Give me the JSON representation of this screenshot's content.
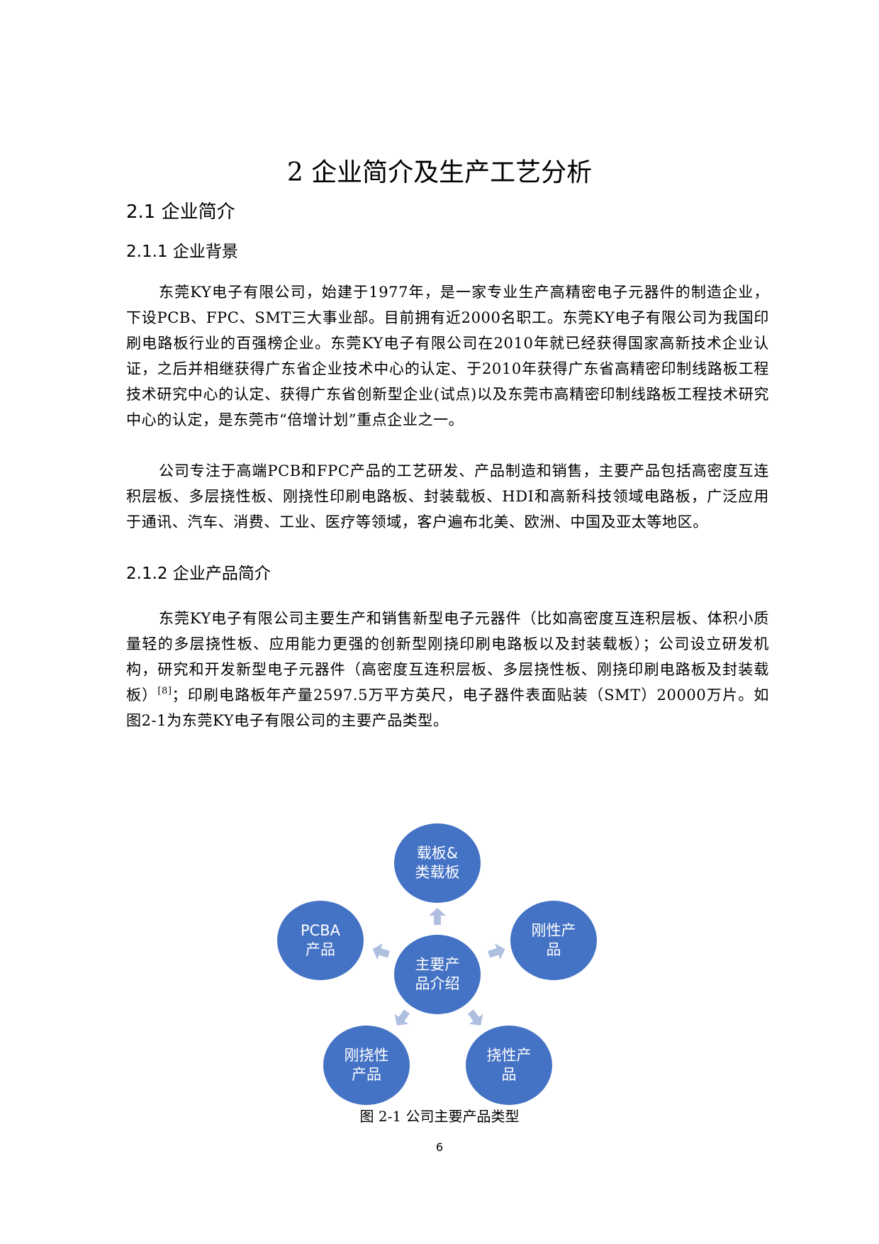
{
  "chapter_title": "2 企业简介及生产工艺分析",
  "section": {
    "title": "2.1 企业简介",
    "subsections": [
      {
        "title": "2.1.1 企业背景",
        "paragraphs": [
          "东莞KY电子有限公司，始建于1977年，是一家专业生产高精密电子元器件的制造企业，下设PCB、FPC、SMT三大事业部。目前拥有近2000名职工。东莞KY电子有限公司为我国印刷电路板行业的百强榜企业。东莞KY电子有限公司在2010年就已经获得国家高新技术企业认证，之后并相继获得广东省企业技术中心的认定、于2010年获得广东省高精密印制线路板工程技术研究中心的认定、获得广东省创新型企业(试点)以及东莞市高精密印制线路板工程技术研究中心的认定，是东莞市“倍增计划”重点企业之一。",
          "公司专注于高端PCB和FPC产品的工艺研发、产品制造和销售，主要产品包括高密度互连积层板、多层挠性板、刚挠性印刷电路板、封装载板、HDI和高新科技领域电路板，广泛应用于通讯、汽车、消费、工业、医疗等领域，客户遍布北美、欧洲、中国及亚太等地区。"
        ]
      },
      {
        "title": "2.1.2  企业产品简介",
        "paragraph_before_ref": "东莞KY电子有限公司主要生产和销售新型电子元器件（比如高密度互连积层板、体积小质量轻的多层挠性板、应用能力更强的创新型刚挠印刷电路板以及封装载板）；公司设立研发机构，研究和开发新型电子元器件（高密度互连积层板、多层挠性板、刚挠印刷电路板及封装载板）",
        "citation": "[8]",
        "paragraph_after_ref": "；印刷电路板年产量2597.5万平方英尺，电子器件表面贴装（SMT）20000万片。如图2-1为东莞KY电子有限公司的主要产品类型。"
      }
    ]
  },
  "figure": {
    "caption": "图 2-1  公司主要产品类型",
    "center_node": "主要产\n品介绍",
    "nodes": [
      {
        "label": "载板&\n类载板",
        "position": "top"
      },
      {
        "label": "刚性产\n品",
        "position": "right"
      },
      {
        "label": "挠性产\n品",
        "position": "bottom-right"
      },
      {
        "label": "刚挠性\n产品",
        "position": "bottom-left"
      },
      {
        "label": "PCBA\n产品",
        "position": "left"
      }
    ],
    "colors": {
      "node": "#4472C4",
      "arrow": "#AFBFE0",
      "text": "#FFFFFF"
    }
  },
  "page_number": "6"
}
